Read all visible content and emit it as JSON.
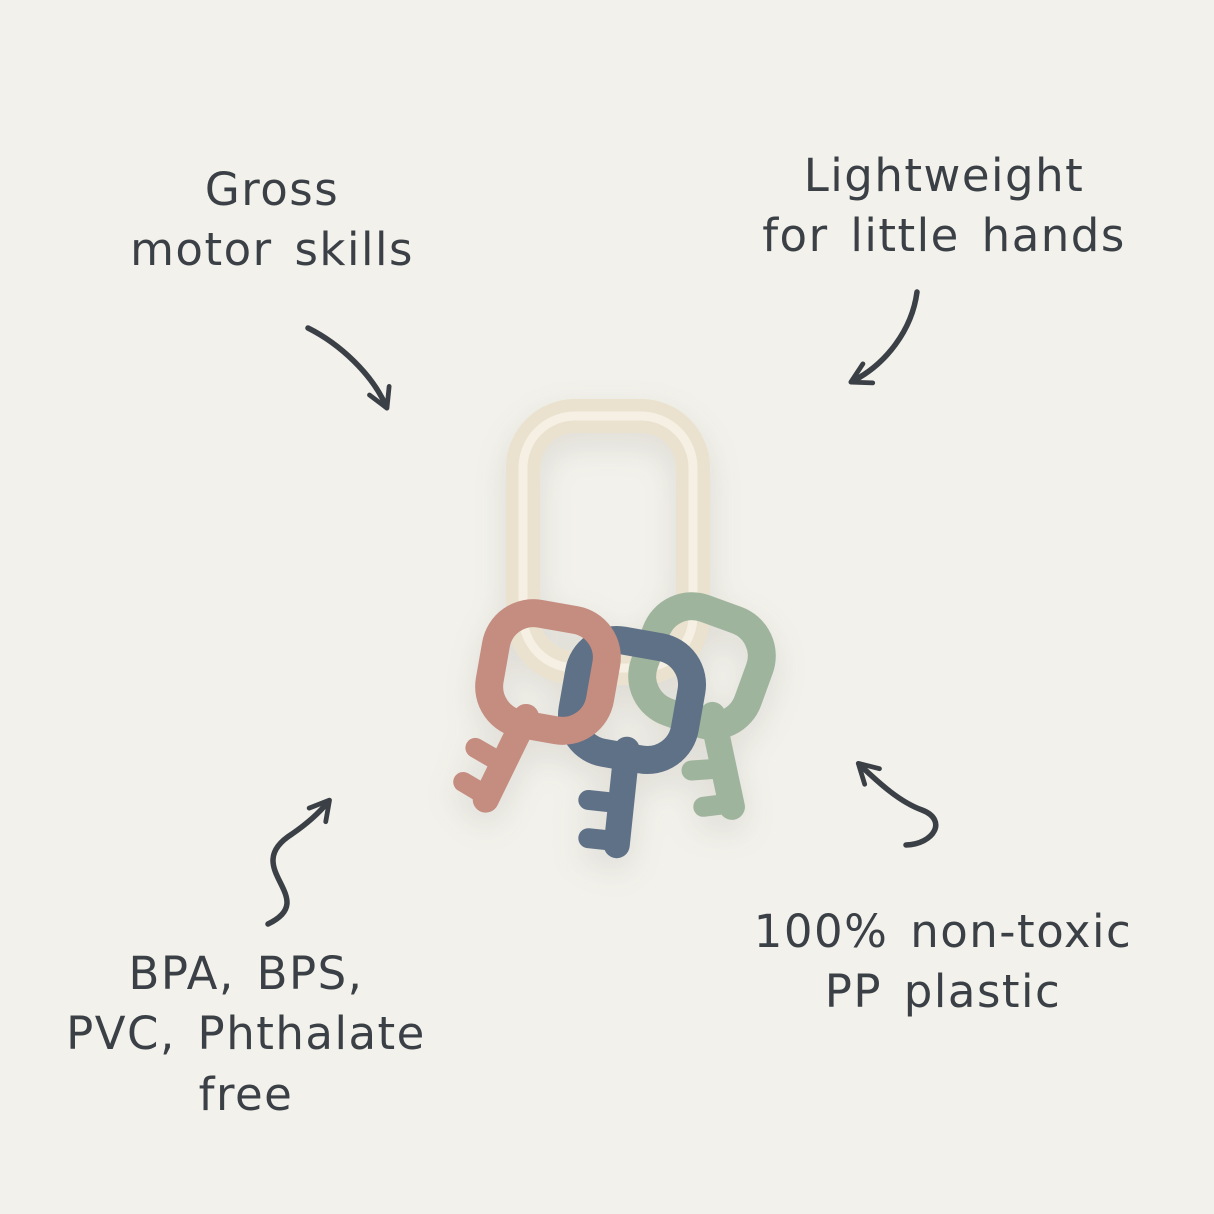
{
  "canvas": {
    "background": "#f2f1eb",
    "text_color": "#3a4045"
  },
  "annotations": {
    "top_left": {
      "lines": [
        "Gross",
        "motor skills"
      ]
    },
    "top_right": {
      "lines": [
        "Lightweight",
        "for little hands"
      ]
    },
    "bottom_left": {
      "lines": [
        "BPA, BPS,",
        "PVC, Phthalate",
        "free"
      ]
    },
    "bottom_right": {
      "lines": [
        "100% non-toxic",
        "PP plastic"
      ]
    }
  },
  "product": {
    "description": "silicone key ring teether toy with three keys",
    "colors": {
      "ring": "#eae2cf",
      "ring_highlight": "#f5f0e3",
      "key_pink": "#c58c80",
      "key_blue": "#5f7187",
      "key_green": "#9fb49d"
    }
  }
}
